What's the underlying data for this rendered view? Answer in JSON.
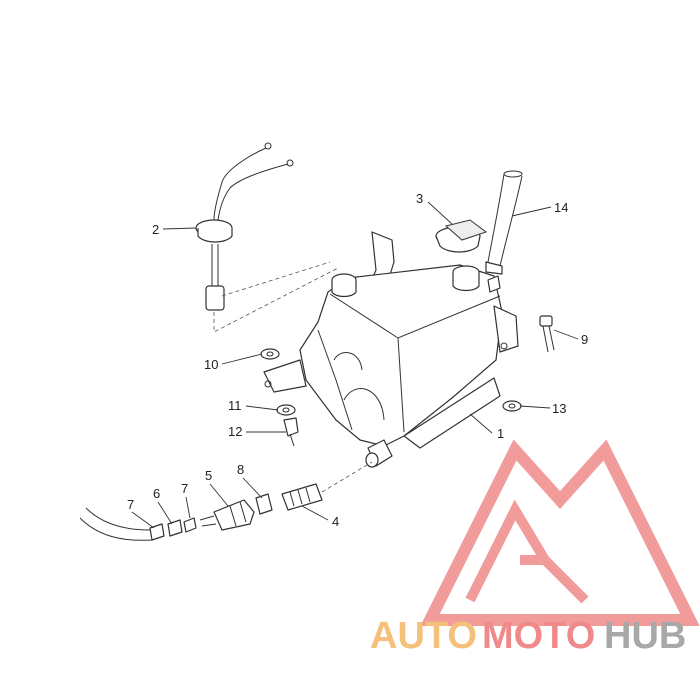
{
  "callouts": {
    "c1": "1",
    "c2": "2",
    "c3": "3",
    "c4": "4",
    "c5": "5",
    "c6": "6",
    "c7a": "7",
    "c7b": "7",
    "c8": "8",
    "c9": "9",
    "c10": "10",
    "c11": "11",
    "c12": "12",
    "c13": "13",
    "c14": "14"
  },
  "watermark": {
    "brand_part1": "AUTO",
    "brand_part2": "MOTO",
    "brand_part3": "HUB",
    "color_part1": "#f5c07a",
    "color_part2": "#f08a8a",
    "color_part3": "#a8a8a8",
    "logo_color": "#f08a8a"
  }
}
